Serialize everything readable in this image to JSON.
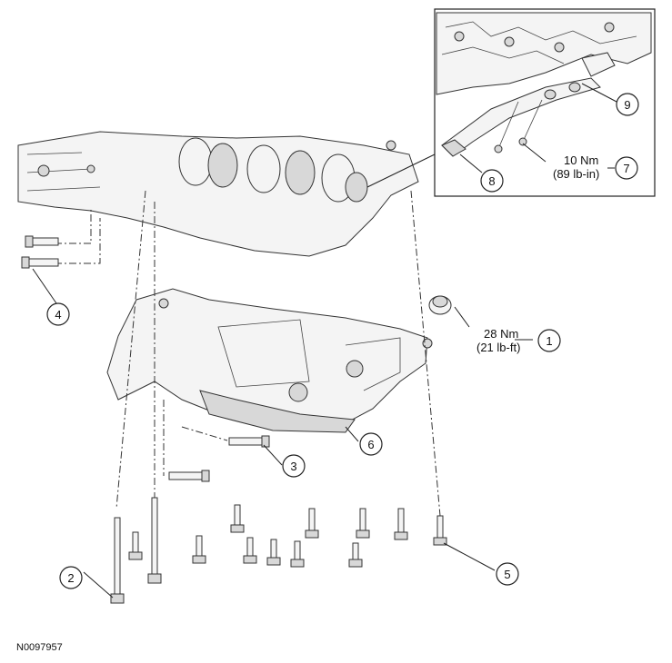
{
  "figure_id": "N0097957",
  "callouts": {
    "c1": {
      "num": "1",
      "torque_nm": "28 Nm",
      "torque_imperial": "(21 lb-ft)"
    },
    "c2": {
      "num": "2"
    },
    "c3": {
      "num": "3"
    },
    "c4": {
      "num": "4"
    },
    "c5": {
      "num": "5"
    },
    "c6": {
      "num": "6"
    },
    "c7": {
      "num": "7",
      "torque_nm": "10 Nm",
      "torque_imperial": "(89 lb-in)"
    },
    "c8": {
      "num": "8"
    },
    "c9": {
      "num": "9"
    }
  }
}
